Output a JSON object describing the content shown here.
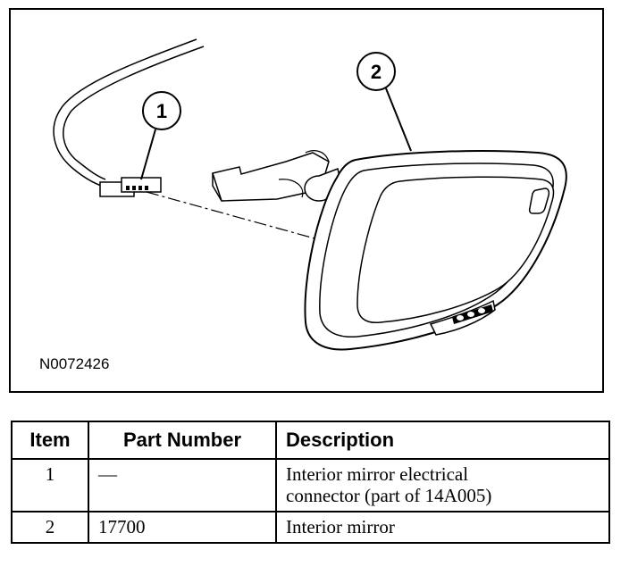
{
  "figure": {
    "code": "N0072426",
    "callouts": [
      {
        "number": "1",
        "target": "electrical-connector"
      },
      {
        "number": "2",
        "target": "interior-mirror"
      }
    ]
  },
  "table": {
    "headers": {
      "item": "Item",
      "part_number": "Part Number",
      "description": "Description"
    },
    "rows": [
      {
        "item": "1",
        "part_number": "—",
        "description": "Interior mirror electrical\nconnector (part of 14A005)"
      },
      {
        "item": "2",
        "part_number": "17700",
        "description": "Interior mirror"
      }
    ]
  }
}
